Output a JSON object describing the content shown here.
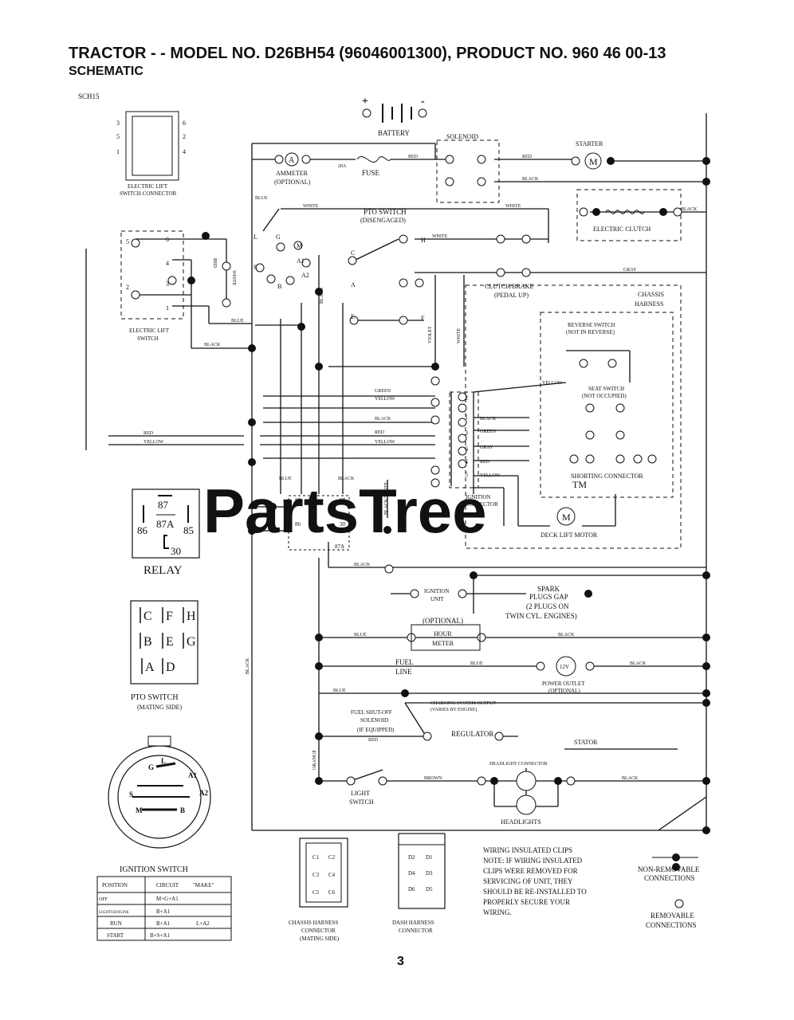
{
  "header": {
    "title": "TRACTOR - - MODEL NO. D26BH54 (96046001300), PRODUCT NO. 960 46 00-13",
    "subtitle": "SCHEMATIC",
    "page_number": "3"
  },
  "watermark": {
    "text": "PartsTree",
    "tm": "TM"
  },
  "diagram": {
    "code": "SCH15",
    "battery": {
      "label": "BATTERY",
      "plus": "+",
      "minus": "-"
    },
    "ammeter": {
      "label": "AMMETER",
      "optional": "(OPTIONAL)",
      "symbol": "A"
    },
    "fuse": {
      "label": "FUSE",
      "amps": "20A"
    },
    "solenoid": {
      "label": "SOLENOID"
    },
    "starter": {
      "label": "STARTER",
      "symbol": "M"
    },
    "electric_clutch": {
      "label": "ELECTRIC CLUTCH"
    },
    "electric_lift_connector": {
      "line1": "ELECTRIC LIFT",
      "line2": "SWITCH CONNECTOR",
      "pins_left": [
        "3",
        "5",
        "1"
      ],
      "pins_right": [
        "6",
        "2",
        "4"
      ]
    },
    "electric_lift_switch": {
      "line1": "ELECTRIC LIFT",
      "line2": "SWITCH",
      "pins": [
        "5",
        "6",
        "4",
        "2",
        "3",
        "1"
      ]
    },
    "pto_switch": {
      "line1": "PTO SWITCH",
      "line2": "(DISENGAGED)",
      "terminals": [
        "C",
        "H",
        "A",
        "E",
        "F"
      ]
    },
    "clutch_brake": {
      "line1": "CLUTCH/BRAKE",
      "line2": "(PEDAL UP)"
    },
    "chassis_harness": {
      "line1": "CHASSIS",
      "line2": "HARNESS"
    },
    "reverse_switch": {
      "line1": "REVERSE SWITCH",
      "line2": "(NOT IN REVERSE)"
    },
    "seat_switch": {
      "line1": "SEAT SWITCH",
      "line2": "(NOT OCCUPIED)"
    },
    "shorting_connector": {
      "label": "SHORTING CONNECTOR"
    },
    "ignition_connector": {
      "line1": "IGNITION",
      "line2": "CONNECTOR",
      "pins": [
        "2",
        "1",
        "3",
        "6",
        "4",
        "5"
      ]
    },
    "deck_lift_motor": {
      "label": "DECK LIFT MOTOR",
      "symbol": "M"
    },
    "ignition_switch_terminals": [
      "G",
      "L",
      "A1",
      "A2",
      "S",
      "M",
      "B"
    ],
    "relay_pins": [
      "85",
      "86",
      "87",
      "87A",
      "30"
    ],
    "wire_labels": {
      "red": "RED",
      "black": "BLACK",
      "white": "WHITE",
      "blue": "BLUE",
      "yellow": "YELLOW",
      "green": "GREEN",
      "gray": "GRAY",
      "brown": "BROWN",
      "black_white": "BLACK/WHITE",
      "violet": "VIOLET",
      "orange": "ORANGE"
    },
    "relay_box": {
      "label": "RELAY",
      "pins": [
        "87",
        "87A",
        "86",
        "85",
        "30"
      ]
    },
    "pto_switch_mating": {
      "line1": "PTO SWITCH",
      "line2": "(MATING SIDE)",
      "cells": [
        "C",
        "F",
        "H",
        "B",
        "E",
        "G",
        "A",
        "D"
      ]
    },
    "ignition_module": {
      "line1": "IGNITION",
      "line2": "UNIT"
    },
    "spark_plugs": {
      "line1": "SPARK",
      "line2": "PLUGS GAP",
      "line3": "(2 PLUGS ON",
      "line4": "TWIN CYL. ENGINES)"
    },
    "hour_meter": {
      "optional": "(OPTIONAL)",
      "line1": "HOUR",
      "line2": "METER"
    },
    "fuel_line": {
      "line1": "FUEL",
      "line2": "LINE"
    },
    "power_outlet": {
      "symbol": "12V",
      "line1": "POWER OUTLET",
      "line2": "(OPTIONAL)"
    },
    "fuel_shutoff": {
      "line1": "FUEL SHUT-OFF",
      "line2": "SOLENOID",
      "line3": "(IF EQUIPPED)"
    },
    "charging_output": {
      "line1": "CHARGING SYSTEM OUTPUT",
      "line2": "(VARIES BY ENGINE)"
    },
    "regulator": {
      "label": "REGULATOR"
    },
    "stator": {
      "label": "STATOR"
    },
    "headlight_connector": {
      "label": "HEADLIGHT CONNECTOR"
    },
    "headlights": {
      "label": "HEADLIGHTS"
    },
    "light_switch": {
      "line1": "LIGHT",
      "line2": "SWITCH"
    },
    "ignition_switch": {
      "label": "IGNITION SWITCH",
      "headers": [
        "POSITION",
        "CIRCUIT",
        "\"MAKE\""
      ],
      "rows": [
        [
          "OFF",
          "M+G+A1",
          ""
        ],
        [
          "LIGHTS/ENGINE",
          "B+A1",
          ""
        ],
        [
          "RUN",
          "B+A1",
          "L+A2"
        ],
        [
          "START",
          "B+S+A1",
          ""
        ]
      ]
    },
    "chassis_connector": {
      "line1": "CHASSIS HARNESS",
      "line2": "CONNECTOR",
      "line3": "(MATING SIDE)",
      "pins": [
        "C1",
        "C2",
        "C3",
        "C4",
        "C5",
        "C6"
      ]
    },
    "dash_connector": {
      "line1": "DASH HARNESS",
      "line2": "CONNECTOR",
      "pins": [
        "D2",
        "D1",
        "D4",
        "D3",
        "D6",
        "D5"
      ]
    },
    "note": [
      "WIRING INSULATED CLIPS",
      "NOTE: IF WIRING INSULATED",
      "CLIPS WERE REMOVED FOR",
      "SERVICING OF UNIT, THEY",
      "SHOULD BE RE-INSTALLED TO",
      "PROPERLY SECURE YOUR",
      "WIRING."
    ],
    "legend": {
      "non_removable_1": "NON-REMOVABLE",
      "non_removable_2": "CONNECTIONS",
      "removable_1": "REMOVABLE",
      "removable_2": "CONNECTIONS"
    }
  }
}
